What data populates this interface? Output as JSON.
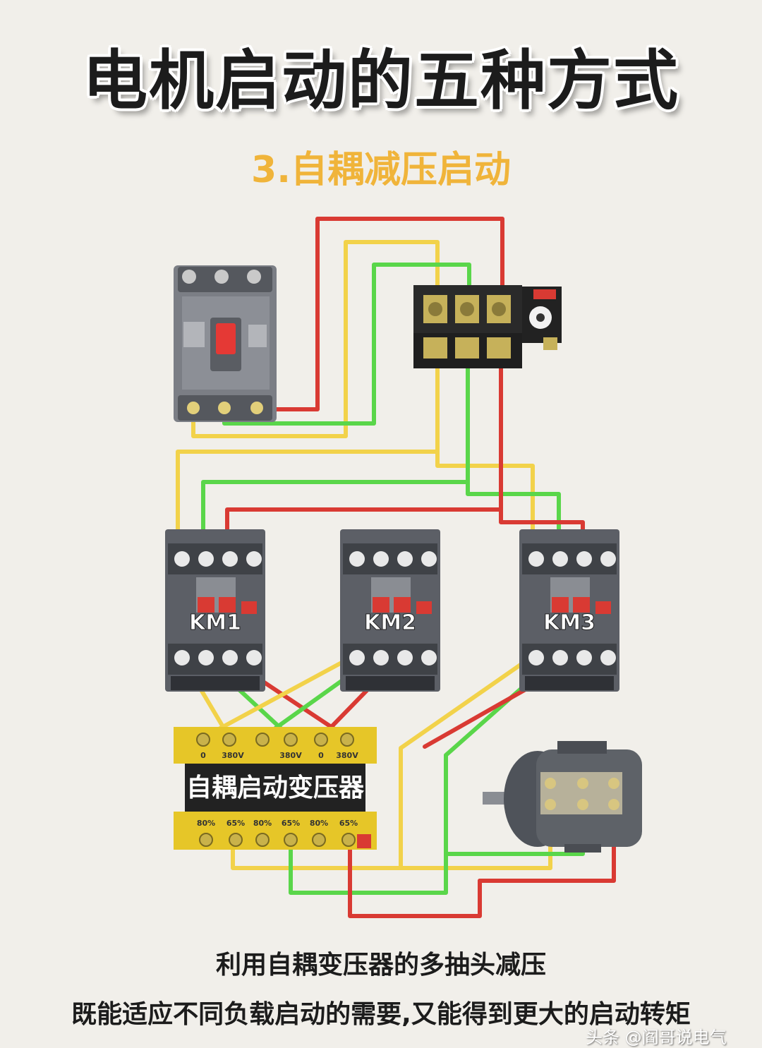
{
  "header": {
    "title": "电机启动的五种方式",
    "subtitle": "3.自耦减压启动"
  },
  "components": {
    "contactors": [
      "KM1",
      "KM2",
      "KM3"
    ],
    "transformer_label": "自耦启动变压器",
    "transformer_top_taps": [
      "0",
      "380V",
      "380V",
      "0",
      "380V"
    ],
    "transformer_bottom_taps": [
      "80%",
      "65%",
      "80%",
      "65%",
      "80%",
      "65%"
    ]
  },
  "caption": {
    "line1": "利用自耦变压器的多抽头减压",
    "line2": "既能适应不同负载启动的需要,又能得到更大的启动转矩"
  },
  "watermark": "头条 @阎哥说电气",
  "colors": {
    "phase_yellow": "#f2d24a",
    "phase_green": "#5ad64a",
    "phase_red": "#d93a33",
    "device_gray": "#5c5f66",
    "transformer_yellow": "#e6c628"
  }
}
